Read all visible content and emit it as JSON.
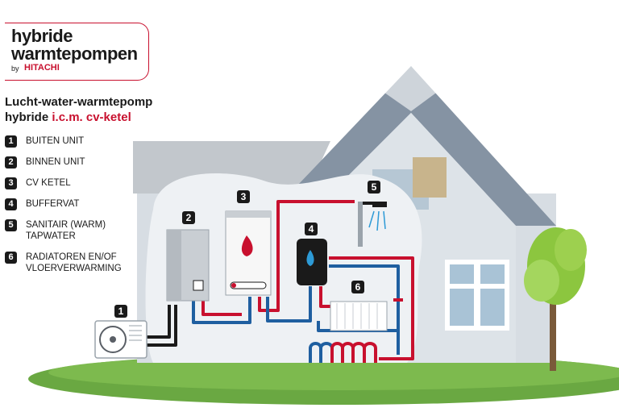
{
  "logo": {
    "line1": "hybride",
    "line2": "warmtepompen",
    "by": "by",
    "brand": "HITACHI"
  },
  "title": {
    "line1": "Lucht-water-warmtepomp",
    "line2_prefix": "hybride",
    "line2_highlight": "i.c.m. cv-ketel"
  },
  "legend": [
    {
      "num": "1",
      "label": "BUITEN UNIT",
      "label2": ""
    },
    {
      "num": "2",
      "label": "BINNEN UNIT",
      "label2": ""
    },
    {
      "num": "3",
      "label": "CV KETEL",
      "label2": ""
    },
    {
      "num": "4",
      "label": "BUFFERVAT",
      "label2": ""
    },
    {
      "num": "5",
      "label": "SANITAIR (WARM)",
      "label2": "TAPWATER"
    },
    {
      "num": "6",
      "label": "RADIATOREN EN/OF",
      "label2": "VLOERVERWARMING"
    }
  ],
  "markers": [
    "1",
    "2",
    "3",
    "4",
    "5",
    "6"
  ],
  "colors": {
    "hot": "#c8102e",
    "cold": "#1f5fa0",
    "brand": "#c8102e",
    "wall": "#e8ecf0",
    "roof": "#8593a3",
    "grass": "#6aa842"
  }
}
